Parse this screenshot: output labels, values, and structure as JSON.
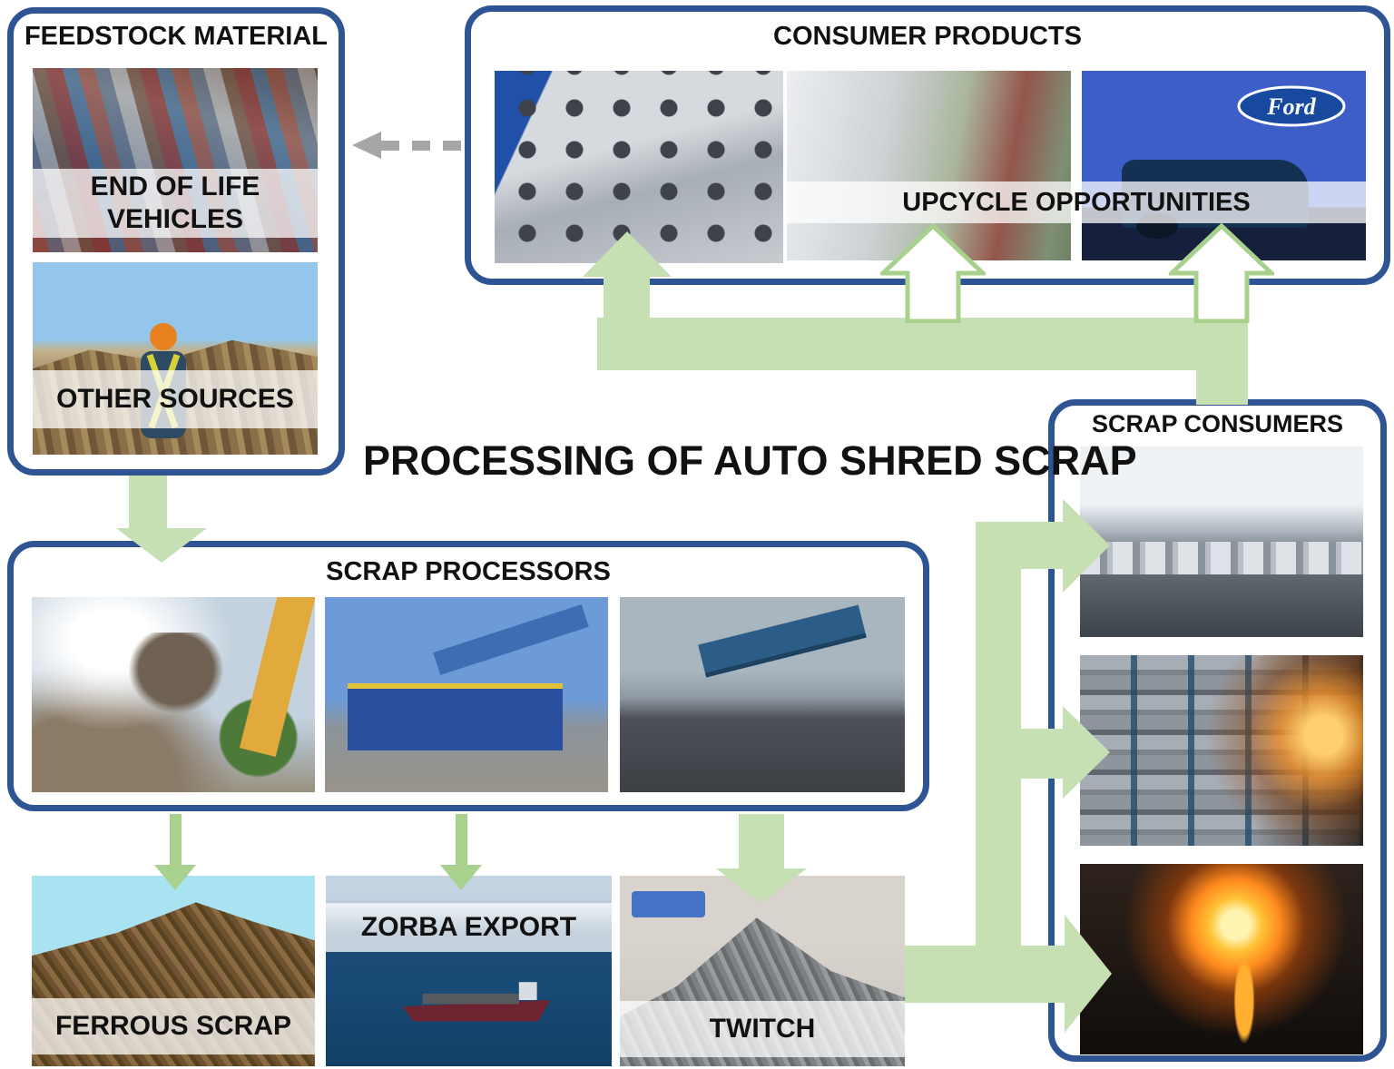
{
  "diagram_title": "PROCESSING OF AUTO SHRED SCRAP",
  "feedstock": {
    "title": "FEEDSTOCK MATERIAL",
    "eol_caption_line1": "END OF LIFE",
    "eol_caption_line2": "VEHICLES",
    "other_caption": "OTHER SOURCES"
  },
  "consumer_products": {
    "title": "CONSUMER PRODUCTS",
    "upcycle_banner": "UPCYCLE OPPORTUNITIES",
    "ford_logo_text": "Ford"
  },
  "scrap_processors": {
    "title": "SCRAP PROCESSORS"
  },
  "scrap_consumers": {
    "title": "SCRAP CONSUMERS"
  },
  "outputs": {
    "ferrous_caption": "FERROUS SCRAP",
    "zorba_caption": "ZORBA EXPORT",
    "twitch_caption": "TWITCH"
  },
  "colors": {
    "box_border_blue": "#2E5494",
    "connector_green_light": "#C6E0B4",
    "connector_green_medium": "#A9D18E",
    "dashed_arrow_gray": "#A6A6A6",
    "caption_band": "rgba(255,255,255,0.74)"
  },
  "flows": [
    {
      "from": "consumer-products",
      "to": "feedstock-material",
      "style": "dashed-gray"
    },
    {
      "from": "feedstock-material",
      "to": "scrap-processors",
      "style": "solid-green"
    },
    {
      "from": "scrap-processors",
      "to": "ferrous-scrap",
      "style": "solid-green"
    },
    {
      "from": "scrap-processors",
      "to": "zorba-export",
      "style": "solid-green"
    },
    {
      "from": "scrap-processors",
      "to": "twitch",
      "style": "solid-green"
    },
    {
      "from": "twitch",
      "to": "scrap-consumers",
      "style": "solid-green"
    },
    {
      "from": "scrap-consumers",
      "to": "consumer-products",
      "style": "solid-green-up-arrows"
    }
  ]
}
